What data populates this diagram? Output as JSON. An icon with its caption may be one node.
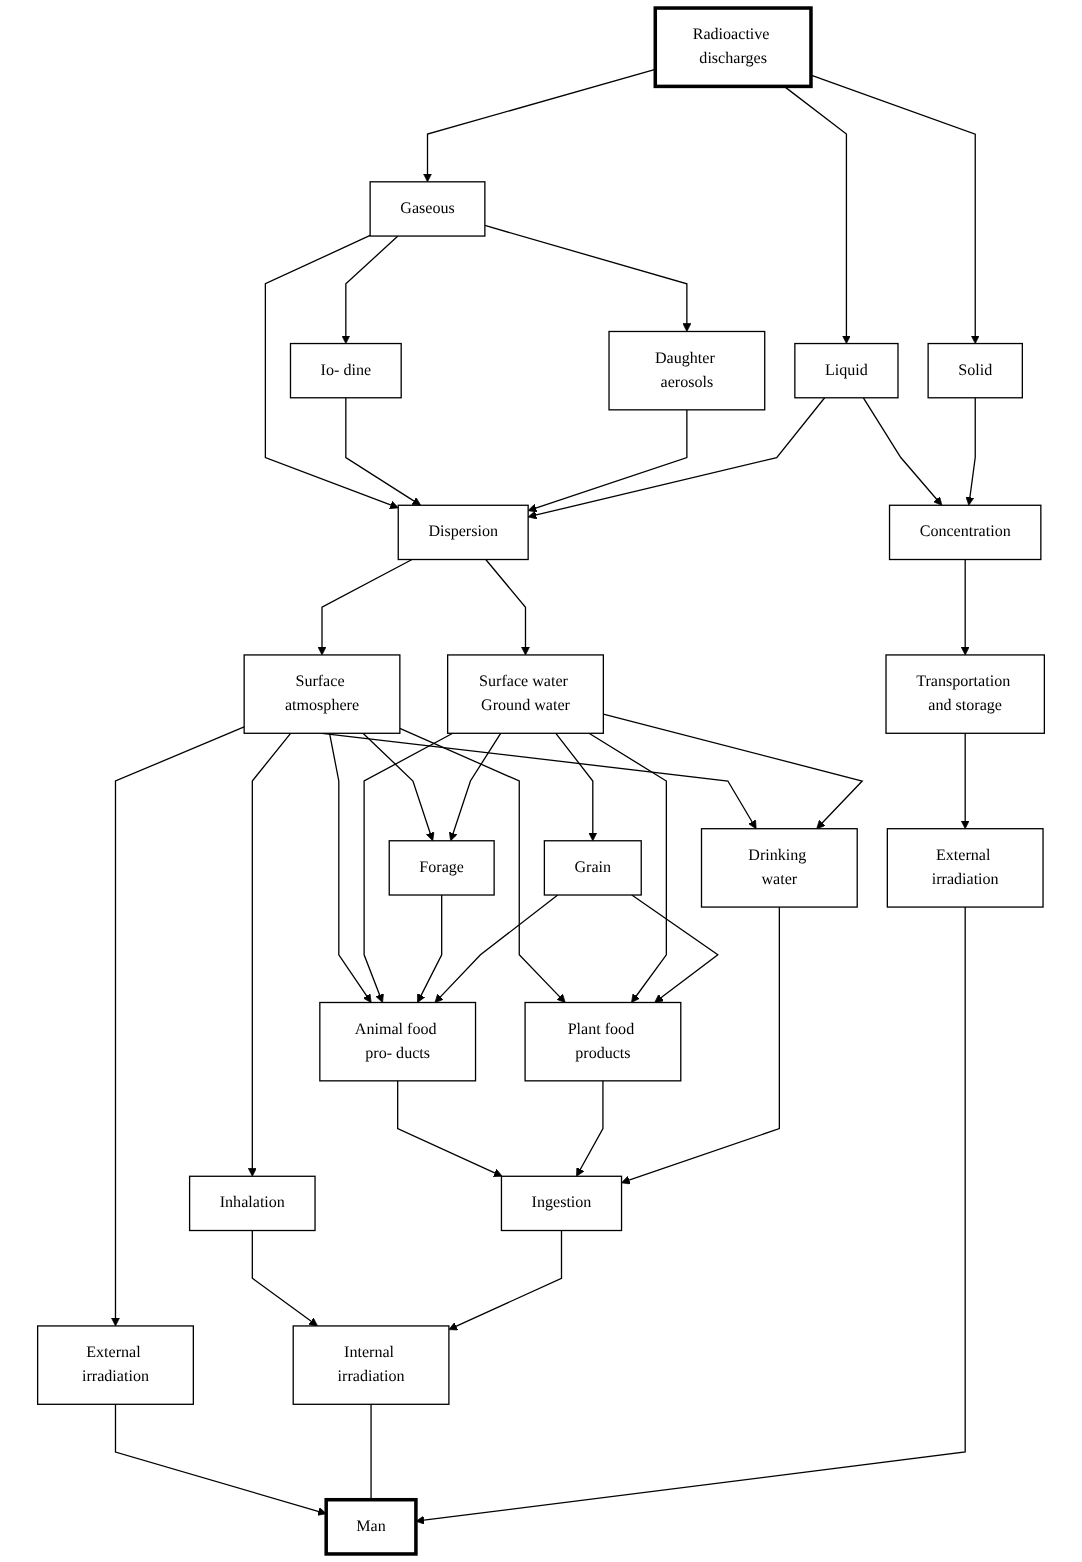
{
  "diagram": {
    "nodes": [
      {
        "text": [
          "Radioactive discharges"
        ]
      },
      {
        "text": [
          "Gaseous"
        ]
      },
      {
        "text": [
          "Liquid"
        ]
      },
      {
        "text": [
          "Solid"
        ]
      },
      {
        "text": [
          "Io- dine"
        ]
      },
      {
        "text": [
          "Daughter aerosols"
        ]
      },
      {
        "text": [
          "Dispersion"
        ]
      },
      {
        "text": [
          "Concentration"
        ]
      },
      {
        "text": [
          "Surface atmosphere"
        ]
      },
      {
        "text": [
          "Surface water Ground water"
        ]
      },
      {
        "text": [
          "Transportation and storage"
        ]
      },
      {
        "text": [
          "Forage"
        ]
      },
      {
        "text": [
          "Grain"
        ]
      },
      {
        "text": [
          "Animal food pro- ducts"
        ]
      },
      {
        "text": [
          "Plant food products"
        ]
      },
      {
        "text": [
          "Drinking water"
        ]
      },
      {
        "text": [
          "Inhalation"
        ]
      },
      {
        "text": [
          "Ingestion"
        ]
      },
      {
        "text": [
          "External irradiation"
        ]
      },
      {
        "text": [
          "Internal irradiation"
        ]
      },
      {
        "text": [
          "External irradiation"
        ]
      },
      {
        "text": [
          "Man"
        ]
      }
    ],
    "edges": [
      {
        "from": 0,
        "to": 1,
        "arrow": "to"
      },
      {
        "from": 0,
        "to": 2,
        "arrow": "to"
      },
      {
        "from": 0,
        "to": 3,
        "arrow": "to"
      },
      {
        "from": 1,
        "to": 6,
        "arrow": "to"
      },
      {
        "from": 1,
        "to": 4,
        "arrow": "to"
      },
      {
        "from": 1,
        "to": 5,
        "arrow": "to"
      },
      {
        "from": 4,
        "to": 6,
        "arrow": "to"
      },
      {
        "from": 5,
        "to": 6,
        "arrow": "to"
      },
      {
        "from": 2,
        "to": 6,
        "arrow": "to"
      },
      {
        "from": 2,
        "to": 7,
        "arrow": "to"
      },
      {
        "from": 3,
        "to": 7,
        "arrow": "to"
      },
      {
        "from": 6,
        "to": 8,
        "arrow": "to"
      },
      {
        "from": 6,
        "to": 9,
        "arrow": "to"
      },
      {
        "from": 7,
        "to": 10,
        "arrow": "to"
      },
      {
        "from": 8,
        "to": 18,
        "arrow": "to"
      },
      {
        "from": 8,
        "to": 16,
        "arrow": "to"
      },
      {
        "from": 8,
        "to": 11,
        "arrow": "to"
      },
      {
        "from": 8,
        "to": 13,
        "arrow": "to"
      },
      {
        "from": 8,
        "to": 14,
        "arrow": "to"
      },
      {
        "from": 8,
        "to": 15,
        "arrow": "to"
      },
      {
        "from": 9,
        "to": 11,
        "arrow": "to"
      },
      {
        "from": 9,
        "to": 12,
        "arrow": "to"
      },
      {
        "from": 9,
        "to": 13,
        "arrow": "to"
      },
      {
        "from": 9,
        "to": 14,
        "arrow": "to"
      },
      {
        "from": 9,
        "to": 15,
        "arrow": "to"
      },
      {
        "from": 10,
        "to": 20,
        "arrow": "to"
      },
      {
        "from": 11,
        "to": 13,
        "arrow": "to"
      },
      {
        "from": 12,
        "to": 13,
        "arrow": "to"
      },
      {
        "from": 12,
        "to": 14,
        "arrow": "to"
      },
      {
        "from": 13,
        "to": 17,
        "arrow": "to"
      },
      {
        "from": 14,
        "to": 17,
        "arrow": "to"
      },
      {
        "from": 15,
        "to": 17,
        "arrow": "to"
      },
      {
        "from": 16,
        "to": 19,
        "arrow": "to"
      },
      {
        "from": 17,
        "to": 19,
        "arrow": "to"
      },
      {
        "from": 18,
        "to": 21,
        "arrow": "to"
      },
      {
        "from": 19,
        "to": 21,
        "arrow": "none"
      },
      {
        "from": 20,
        "to": 21,
        "arrow": "to"
      }
    ]
  }
}
